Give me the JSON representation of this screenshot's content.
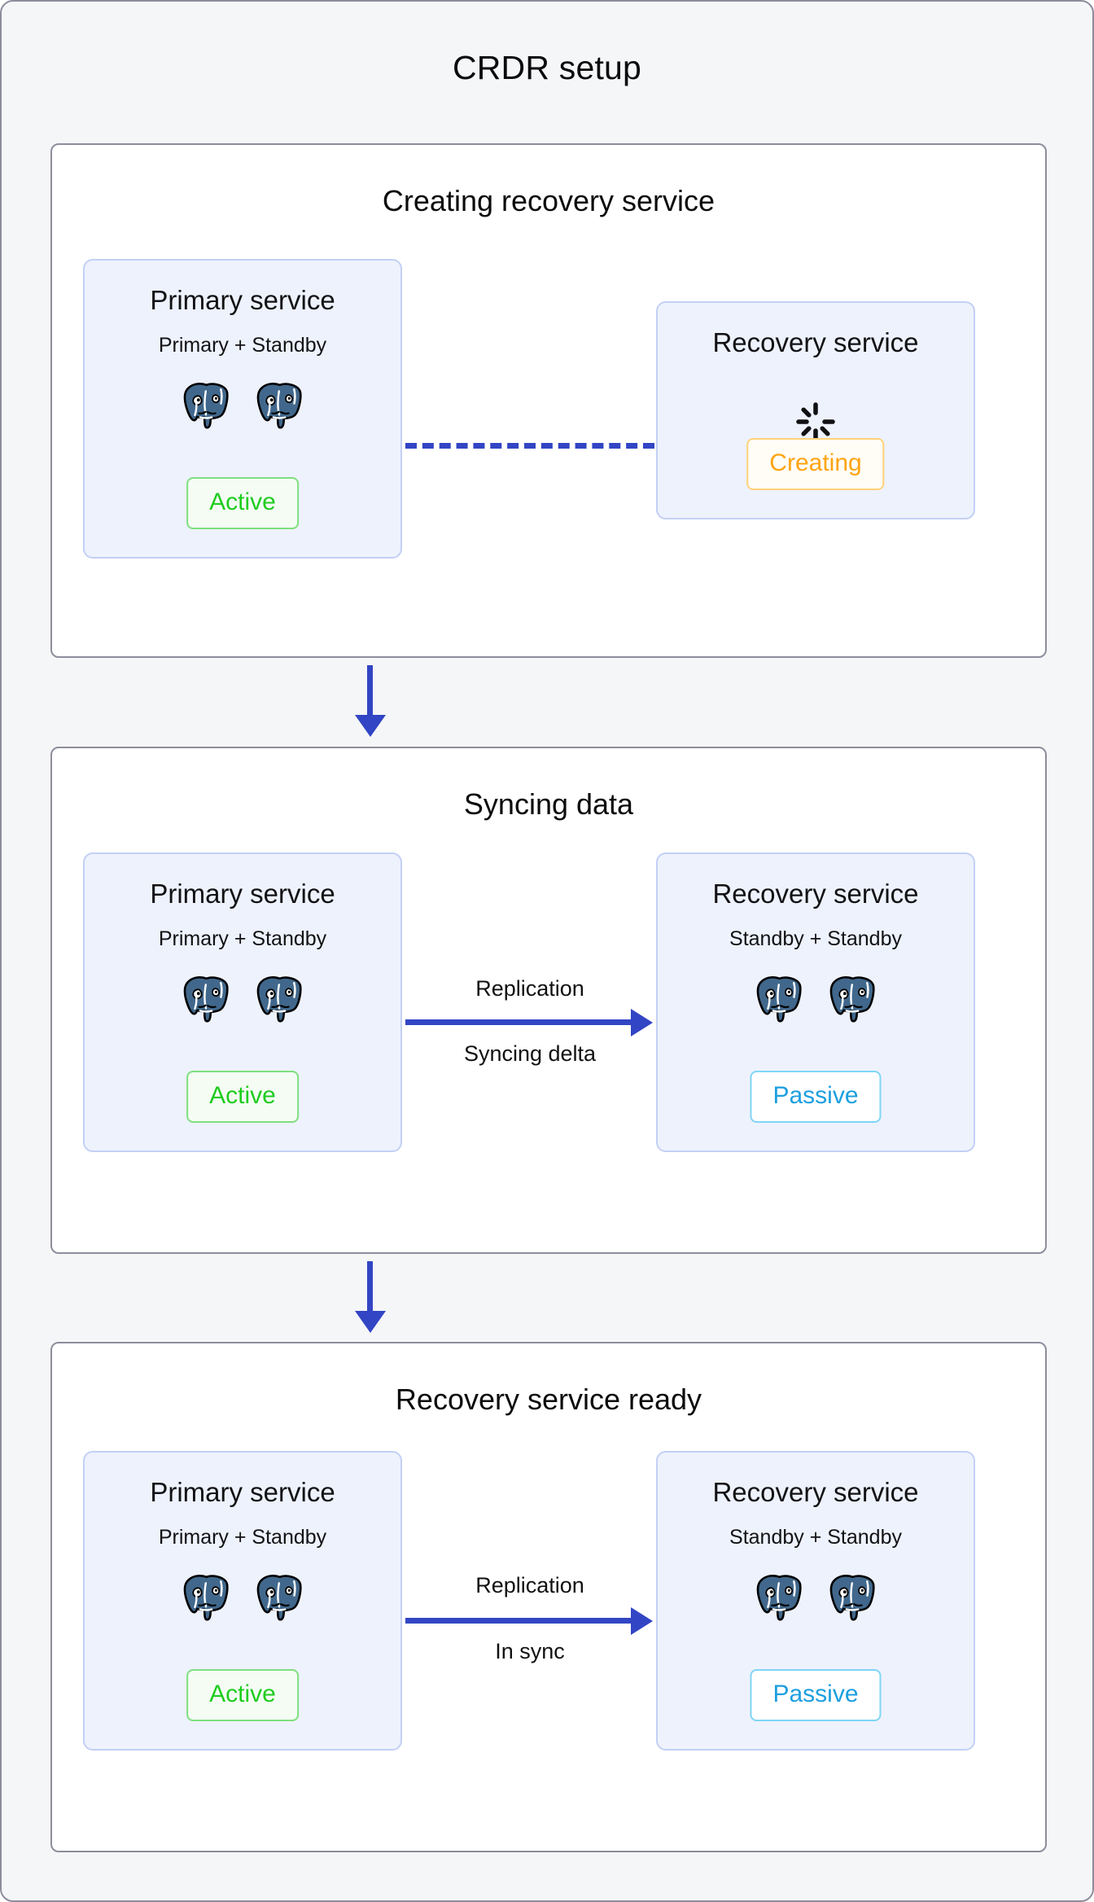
{
  "title": "CRDR setup",
  "theme": {
    "page_bg": "#f5f6f8",
    "panel_bg": "#ffffff",
    "panel_border": "#8d8d9c",
    "service_box_bg": "#eef2fd",
    "service_box_border": "#c3d0f5",
    "connector_blue": "#3245c4",
    "active_green": "#1fcc1f",
    "passive_blue": "#1c9fe0",
    "creating_orange": "#ffa411"
  },
  "panels": [
    {
      "id": "creating-recovery-service",
      "title": "Creating recovery service",
      "left_service": {
        "title": "Primary service",
        "subtitle": "Primary + Standby",
        "nodes": [
          "postgresql-elephant-icon",
          "postgresql-elephant-icon"
        ],
        "badge": "Active"
      },
      "connector": {
        "style": "dashed",
        "labels": []
      },
      "right_service": {
        "title": "Recovery service",
        "subtitle": "",
        "icon": "loading-spinner-icon",
        "badge": "Creating"
      }
    },
    {
      "id": "syncing-data",
      "title": "Syncing data",
      "left_service": {
        "title": "Primary service",
        "subtitle": "Primary + Standby",
        "nodes": [
          "postgresql-elephant-icon",
          "postgresql-elephant-icon"
        ],
        "badge": "Active"
      },
      "connector": {
        "style": "arrow",
        "label_above": "Replication",
        "label_below": "Syncing delta"
      },
      "right_service": {
        "title": "Recovery service",
        "subtitle": "Standby + Standby",
        "nodes": [
          "postgresql-elephant-icon",
          "postgresql-elephant-icon"
        ],
        "badge": "Passive"
      }
    },
    {
      "id": "recovery-service-ready",
      "title": "Recovery service ready",
      "left_service": {
        "title": "Primary service",
        "subtitle": "Primary + Standby",
        "nodes": [
          "postgresql-elephant-icon",
          "postgresql-elephant-icon"
        ],
        "badge": "Active"
      },
      "connector": {
        "style": "arrow",
        "label_above": "Replication",
        "label_below": "In sync"
      },
      "right_service": {
        "title": "Recovery service",
        "subtitle": "Standby + Standby",
        "nodes": [
          "postgresql-elephant-icon",
          "postgresql-elephant-icon"
        ],
        "badge": "Passive"
      }
    }
  ],
  "step_arrows": [
    {
      "from": "creating-recovery-service",
      "to": "syncing-data"
    },
    {
      "from": "syncing-data",
      "to": "recovery-service-ready"
    }
  ]
}
